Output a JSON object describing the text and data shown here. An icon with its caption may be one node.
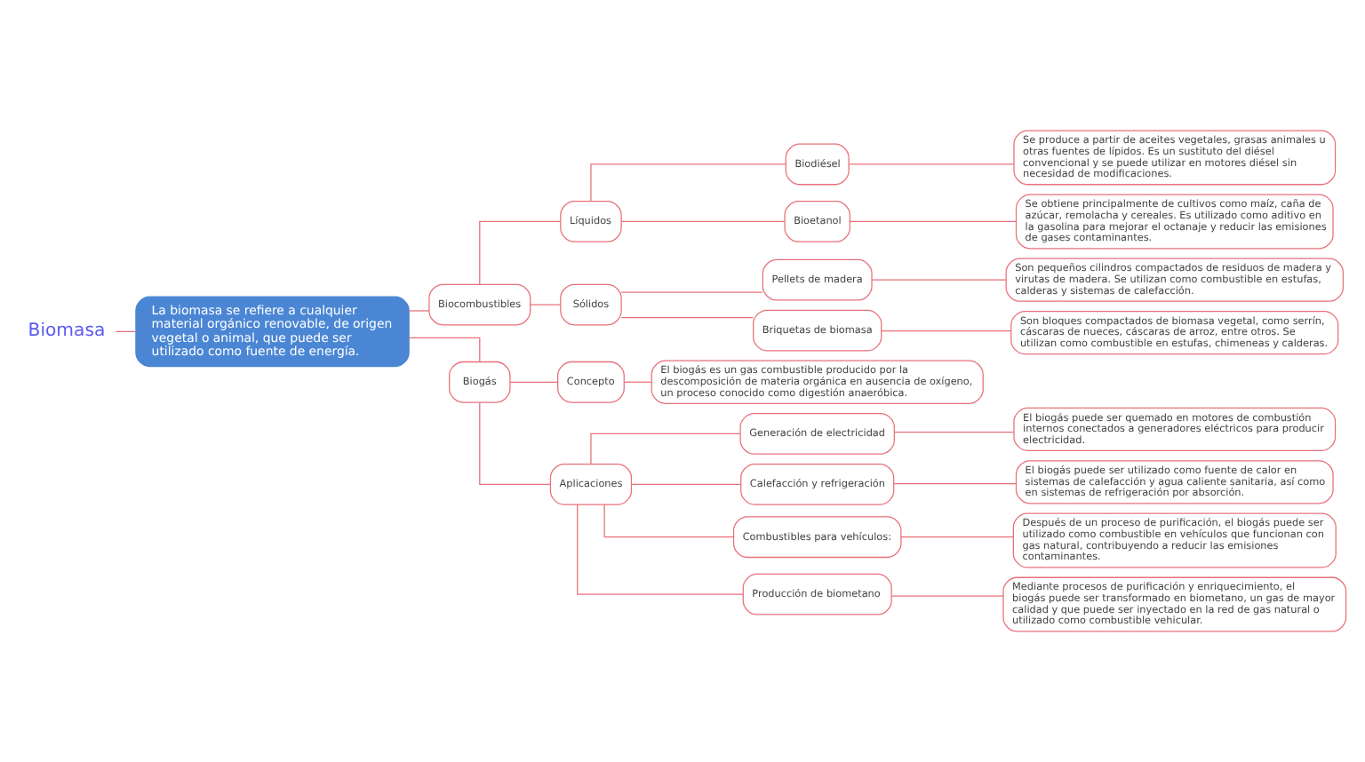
{
  "diagram": {
    "nodes": [
      {
        "text": [
          "Biomasa"
        ]
      },
      {
        "text": [
          "La biomasa se refiere a cualquier material orgánico renovable, de origen vegetal o animal, que puede ser utilizado como fuente de energía."
        ]
      },
      {
        "text": [
          "Biocombustibles"
        ]
      },
      {
        "text": [
          "Líquidos"
        ]
      },
      {
        "text": [
          "Biodiésel"
        ]
      },
      {
        "text": [
          "Se produce a partir de aceites vegetales, grasas animales u otras fuentes de lípidos. Es un sustituto del diésel convencional y se puede utilizar en motores diésel sin necesidad de modificaciones."
        ]
      },
      {
        "text": [
          "Bioetanol"
        ]
      },
      {
        "text": [
          "Se obtiene principalmente de cultivos como maíz, caña de azúcar, remolacha y cereales. Es utilizado como aditivo en la gasolina para mejorar el octanaje y reducir las emisiones de gases contaminantes."
        ]
      },
      {
        "text": [
          "Sólidos"
        ]
      },
      {
        "text": [
          "Pellets de madera"
        ]
      },
      {
        "text": [
          "Son pequeños cilindros compactados de residuos de madera y virutas de madera. Se utilizan como combustible en estufas, calderas y sistemas de calefacción."
        ]
      },
      {
        "text": [
          "Briquetas de biomasa"
        ]
      },
      {
        "text": [
          "Son bloques compactados de biomasa vegetal, como serrín, cáscaras de nueces, cáscaras de arroz, entre otros. Se utilizan como combustible en estufas, chimeneas y calderas."
        ]
      },
      {
        "text": [
          "Biogás"
        ]
      },
      {
        "text": [
          "Concepto"
        ]
      },
      {
        "text": [
          "El biogás es un gas combustible producido por la descomposición de materia orgánica en ausencia de oxígeno, un proceso conocido como digestión anaeróbica."
        ]
      },
      {
        "text": [
          "Aplicaciones"
        ]
      },
      {
        "text": [
          "Generación de electricidad"
        ]
      },
      {
        "text": [
          "El biogás puede ser quemado en motores de combustión internos conectados a generadores eléctricos para producir electricidad."
        ]
      },
      {
        "text": [
          "Calefacción y refrigeración"
        ]
      },
      {
        "text": [
          "El biogás puede ser utilizado como fuente de calor en sistemas de calefacción y agua caliente sanitaria, así como en sistemas de refrigeración por absorción."
        ]
      },
      {
        "text": [
          "Combustibles para vehículos:"
        ]
      },
      {
        "text": [
          "Después de un proceso de purificación, el biogás puede ser utilizado como combustible en vehículos que funcionan con gas natural, contribuyendo a reducir las emisiones contaminantes."
        ]
      },
      {
        "text": [
          "Producción de biometano"
        ]
      },
      {
        "text": [
          "Mediante procesos de purificación y enriquecimiento, el biogás puede ser transformado en biometano, un gas de mayor calidad y que puede ser inyectado en la red de gas natural o utilizado como combustible vehicular."
        ]
      }
    ],
    "edges": [
      {
        "from": 0,
        "to": 1,
        "arrow": "none"
      },
      {
        "from": 1,
        "to": 2,
        "arrow": "none"
      },
      {
        "from": 2,
        "to": 3,
        "arrow": "none"
      },
      {
        "from": 3,
        "to": 4,
        "arrow": "none"
      },
      {
        "from": 4,
        "to": 5,
        "arrow": "none"
      },
      {
        "from": 3,
        "to": 6,
        "arrow": "none"
      },
      {
        "from": 6,
        "to": 7,
        "arrow": "none"
      },
      {
        "from": 2,
        "to": 8,
        "arrow": "none"
      },
      {
        "from": 8,
        "to": 9,
        "arrow": "none"
      },
      {
        "from": 9,
        "to": 10,
        "arrow": "none"
      },
      {
        "from": 8,
        "to": 11,
        "arrow": "none"
      },
      {
        "from": 11,
        "to": 12,
        "arrow": "none"
      },
      {
        "from": 1,
        "to": 13,
        "arrow": "none"
      },
      {
        "from": 13,
        "to": 14,
        "arrow": "none"
      },
      {
        "from": 14,
        "to": 15,
        "arrow": "none"
      },
      {
        "from": 13,
        "to": 16,
        "arrow": "none"
      },
      {
        "from": 16,
        "to": 17,
        "arrow": "none"
      },
      {
        "from": 17,
        "to": 18,
        "arrow": "none"
      },
      {
        "from": 16,
        "to": 19,
        "arrow": "none"
      },
      {
        "from": 19,
        "to": 20,
        "arrow": "none"
      },
      {
        "from": 16,
        "to": 21,
        "arrow": "none"
      },
      {
        "from": 21,
        "to": 22,
        "arrow": "none"
      },
      {
        "from": 16,
        "to": 23,
        "arrow": "none"
      },
      {
        "from": 23,
        "to": 24,
        "arrow": "none"
      }
    ]
  }
}
